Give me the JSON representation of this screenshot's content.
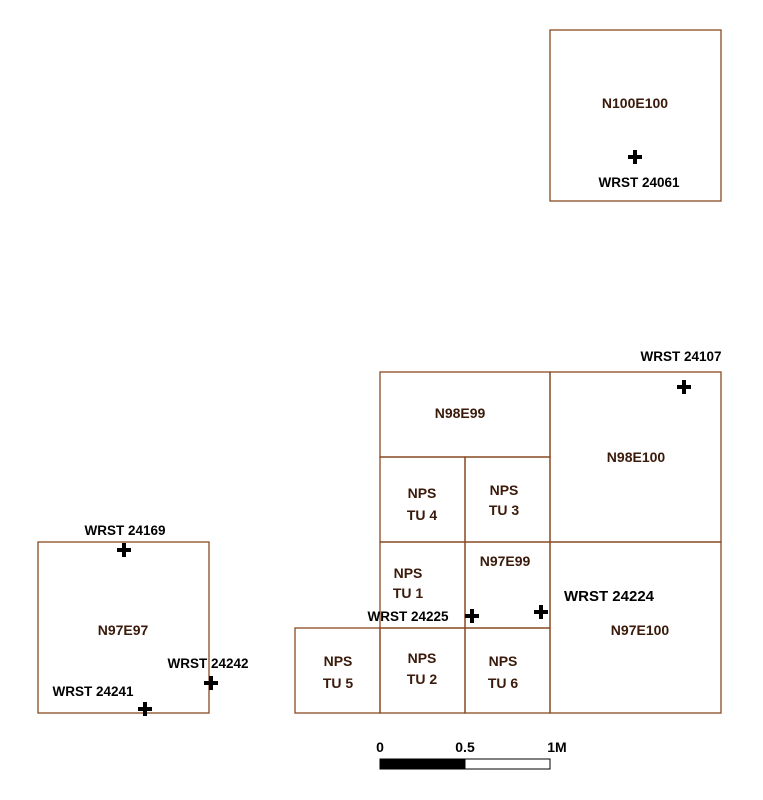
{
  "units": {
    "n100e100": "N100E100",
    "n98e99": "N98E99",
    "n98e100": "N98E100",
    "n97e97": "N97E97",
    "n97e99": "N97E99",
    "n97e100": "N97E100",
    "tu4": [
      "NPS",
      "TU 4"
    ],
    "tu3": [
      "NPS",
      "TU 3"
    ],
    "tu1": [
      "NPS",
      "TU 1"
    ],
    "tu5": [
      "NPS",
      "TU 5"
    ],
    "tu2": [
      "NPS",
      "TU 2"
    ],
    "tu6": [
      "NPS",
      "TU 6"
    ]
  },
  "datums": {
    "d24061": "WRST 24061",
    "d24107": "WRST 24107",
    "d24169": "WRST 24169",
    "d24224": "WRST 24224",
    "d24225": "WRST 24225",
    "d24242": "WRST 24242",
    "d24241": "WRST 24241"
  },
  "scale_bar": {
    "tick_0": "0",
    "tick_mid": "0.5",
    "tick_end": "1M"
  }
}
